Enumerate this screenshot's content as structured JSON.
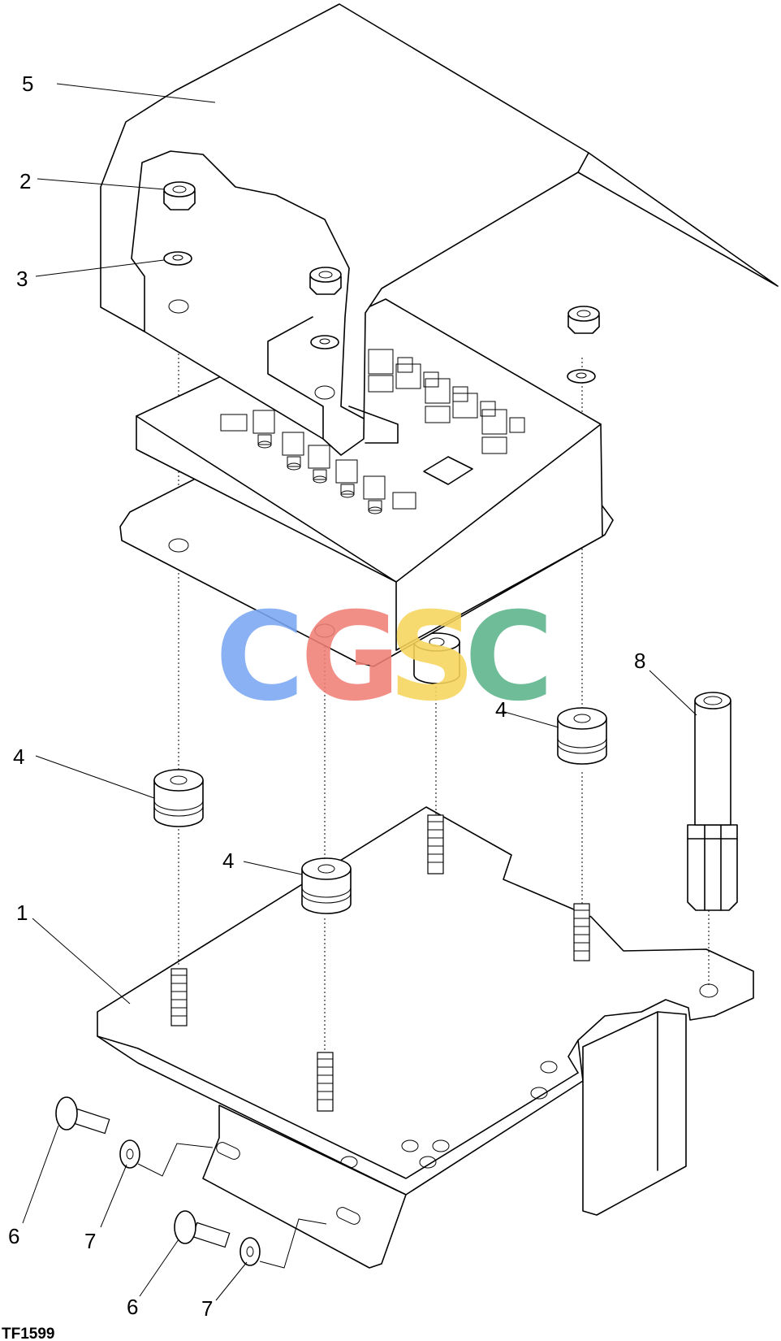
{
  "figure_id": "TF1599",
  "callouts": [
    "5",
    "2",
    "3",
    "4",
    "4",
    "4",
    "8",
    "1",
    "6",
    "7",
    "6",
    "7"
  ],
  "watermark": [
    "C",
    "G",
    "S",
    "C"
  ],
  "colors": {
    "line": "#000000",
    "background": "#ffffff",
    "watermark_blue": "#7aa7f2",
    "watermark_red": "#f07f76",
    "watermark_yellow": "#f7d55c",
    "watermark_green": "#5cb38a"
  }
}
